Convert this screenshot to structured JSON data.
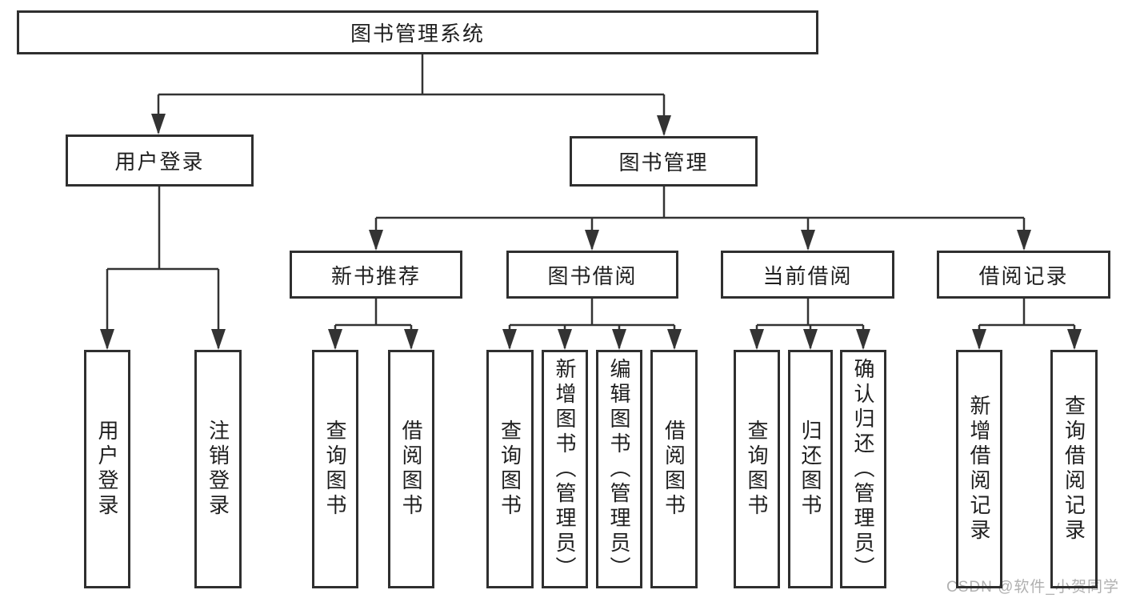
{
  "colors": {
    "background": "#ffffff",
    "box_border": "#2f2f2f",
    "connector_line": "#333333",
    "text": "#1f1f1f",
    "watermark_text": "#b0b0b0"
  },
  "tree": {
    "label": "图书管理系统",
    "children": [
      {
        "label": "用户登录",
        "children": [
          {
            "label": "用户登录"
          },
          {
            "label": "注销登录"
          }
        ]
      },
      {
        "label": "图书管理",
        "children": [
          {
            "label": "新书推荐",
            "children": [
              {
                "label": "查询图书"
              },
              {
                "label": "借阅图书"
              }
            ]
          },
          {
            "label": "图书借阅",
            "children": [
              {
                "label": "查询图书"
              },
              {
                "label": "新增图书（管理员）"
              },
              {
                "label": "编辑图书（管理员）"
              },
              {
                "label": "借阅图书"
              }
            ]
          },
          {
            "label": "当前借阅",
            "children": [
              {
                "label": "查询图书"
              },
              {
                "label": "归还图书"
              },
              {
                "label": "确认归还（管理员）"
              }
            ]
          },
          {
            "label": "借阅记录",
            "children": [
              {
                "label": "新增借阅记录"
              },
              {
                "label": "查询借阅记录"
              }
            ]
          }
        ]
      }
    ]
  },
  "watermark": {
    "text": "CSDN @软件_小贺同学"
  }
}
